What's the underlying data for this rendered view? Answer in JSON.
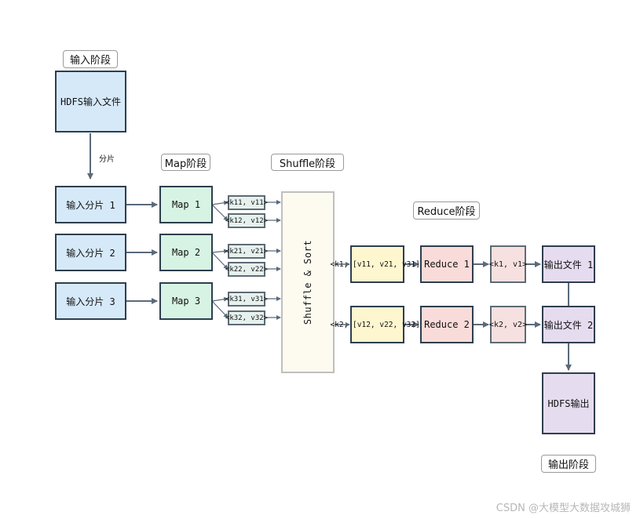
{
  "stages": {
    "input": "输入阶段",
    "map": "Map阶段",
    "shuffle": "Shuffle阶段",
    "reduce": "Reduce阶段",
    "output": "输出阶段"
  },
  "hdfs_input": "HDFS输入文件",
  "split_label": "分片",
  "splits": [
    "输入分片 1",
    "输入分片 2",
    "输入分片 3"
  ],
  "maps": [
    "Map 1",
    "Map 2",
    "Map 3"
  ],
  "map_outputs": [
    "<k11, v11>",
    "<k12, v12>",
    "<k21, v21>",
    "<k22, v22>",
    "<k31, v31>",
    "<k32, v32>"
  ],
  "shuffle_sort": "Shuffle & Sort",
  "grouped": [
    "<k1, [v11, v21, v31]>",
    "<k2, [v12, v22, v32]>"
  ],
  "reducers": [
    "Reduce 1",
    "Reduce 2"
  ],
  "reduce_outputs": [
    "<k1, v1>",
    "<k2, v2>"
  ],
  "output_files": [
    "输出文件 1",
    "输出文件 2"
  ],
  "hdfs_output": "HDFS输出",
  "watermark": "CSDN @大模型大数据攻城狮",
  "colors": {
    "arrow": "#5a6a7a",
    "border": "#2f3e4e",
    "input_fill": "#d6e9f8",
    "map_fill": "#d6f3e3",
    "shuffle_fill": "#fdfbf0",
    "group_fill": "#fdf6cf",
    "reduce_fill": "#f9dcd9",
    "output_fill": "#e6dcf0"
  }
}
